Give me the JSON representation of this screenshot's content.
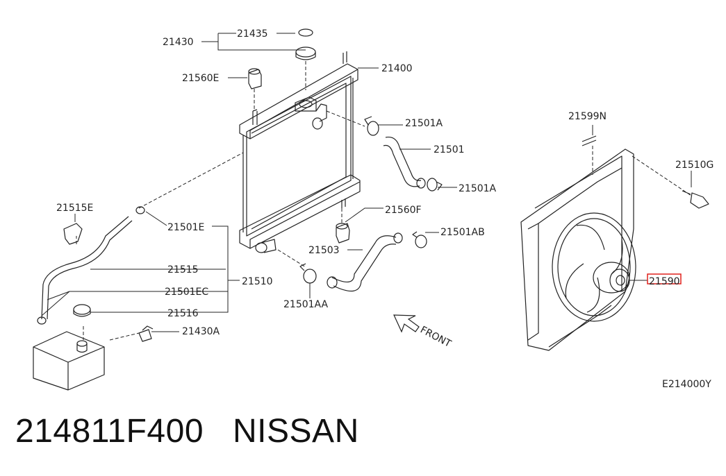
{
  "labels": {
    "l21430": "21430",
    "l21435": "21435",
    "l21400": "21400",
    "l21560E": "21560E",
    "l21501A_top": "21501A",
    "l21501": "21501",
    "l21501A_mid": "21501A",
    "l21599N": "21599N",
    "l21510G": "21510G",
    "l21515E": "21515E",
    "l21501E": "21501E",
    "l21560F": "21560F",
    "l21501AB": "21501AB",
    "l21503": "21503",
    "l21515": "21515",
    "l21510": "21510",
    "l21590": "21590",
    "l21501EC": "21501EC",
    "l21501AA": "21501AA",
    "l21516": "21516",
    "l21430A": "21430A",
    "front": "FRONT",
    "figure_code": "E214000Y"
  },
  "highlight_color": "#e0201c",
  "caption": {
    "part_number": "214811F400",
    "brand": "NISSAN"
  }
}
